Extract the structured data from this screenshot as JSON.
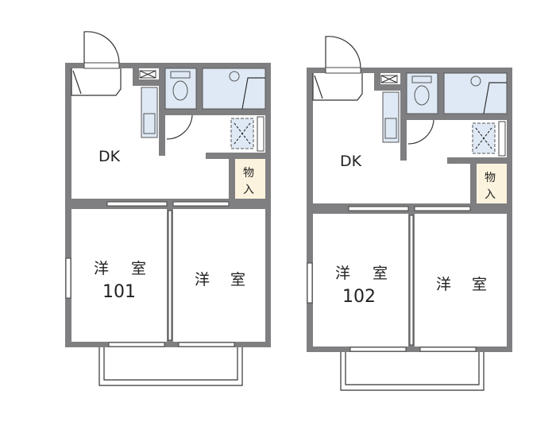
{
  "units": [
    {
      "number": "101",
      "dk_label": "DK",
      "closet_label_1": "物",
      "closet_label_2": "入",
      "room1_label_a": "洋",
      "room1_label_b": "室",
      "room2_label_a": "洋",
      "room2_label_b": "室"
    },
    {
      "number": "102",
      "dk_label": "DK",
      "closet_label_1": "物",
      "closet_label_2": "入",
      "room1_label_a": "洋",
      "room1_label_b": "室",
      "room2_label_a": "洋",
      "room2_label_b": "室"
    }
  ],
  "colors": {
    "wall": "#7f7f82",
    "wet_area": "#dfe9f5",
    "closet": "#fcf3de"
  }
}
